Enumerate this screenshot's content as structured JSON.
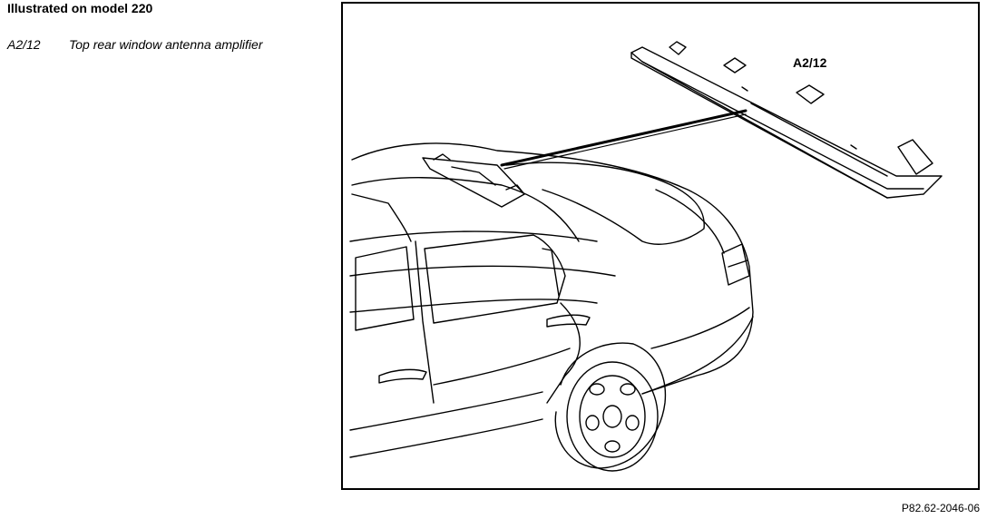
{
  "header": {
    "title": "Illustrated on model 220"
  },
  "legend": [
    {
      "code": "A2/12",
      "description": "Top rear window antenna amplifier"
    }
  ],
  "figure": {
    "callout_label": "A2/12",
    "figure_id": "P82.62-2046-06"
  }
}
